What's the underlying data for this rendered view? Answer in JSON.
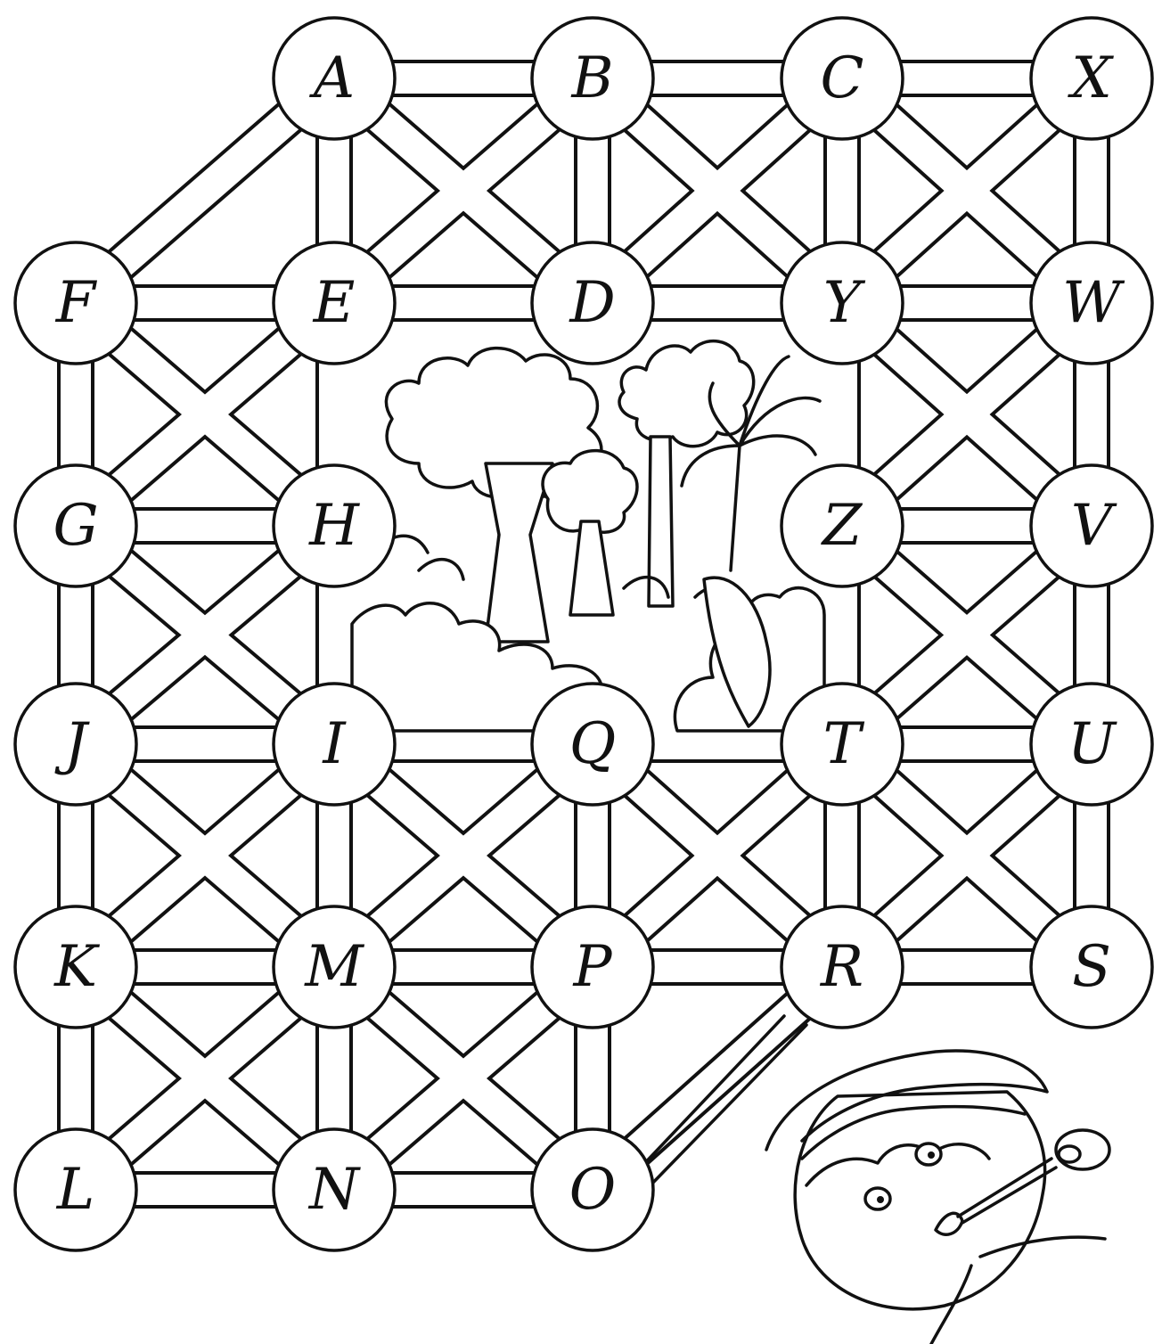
{
  "puzzle": {
    "kind": "letter-maze",
    "colors": {
      "ink": "#111111",
      "paper": "#ffffff"
    },
    "rows": [
      [
        "",
        "A",
        "B",
        "C",
        "X"
      ],
      [
        "F",
        "E",
        "D",
        "Y",
        "W"
      ],
      [
        "G",
        "H",
        "",
        "Z",
        "V"
      ],
      [
        "J",
        "I",
        "Q",
        "T",
        "U"
      ],
      [
        "K",
        "M",
        "P",
        "R",
        "S"
      ],
      [
        "L",
        "N",
        "O",
        "",
        ""
      ]
    ],
    "scene": {
      "picture": "jungle-trees"
    },
    "character": {
      "picture": "boy-with-cap-and-sketch"
    }
  }
}
